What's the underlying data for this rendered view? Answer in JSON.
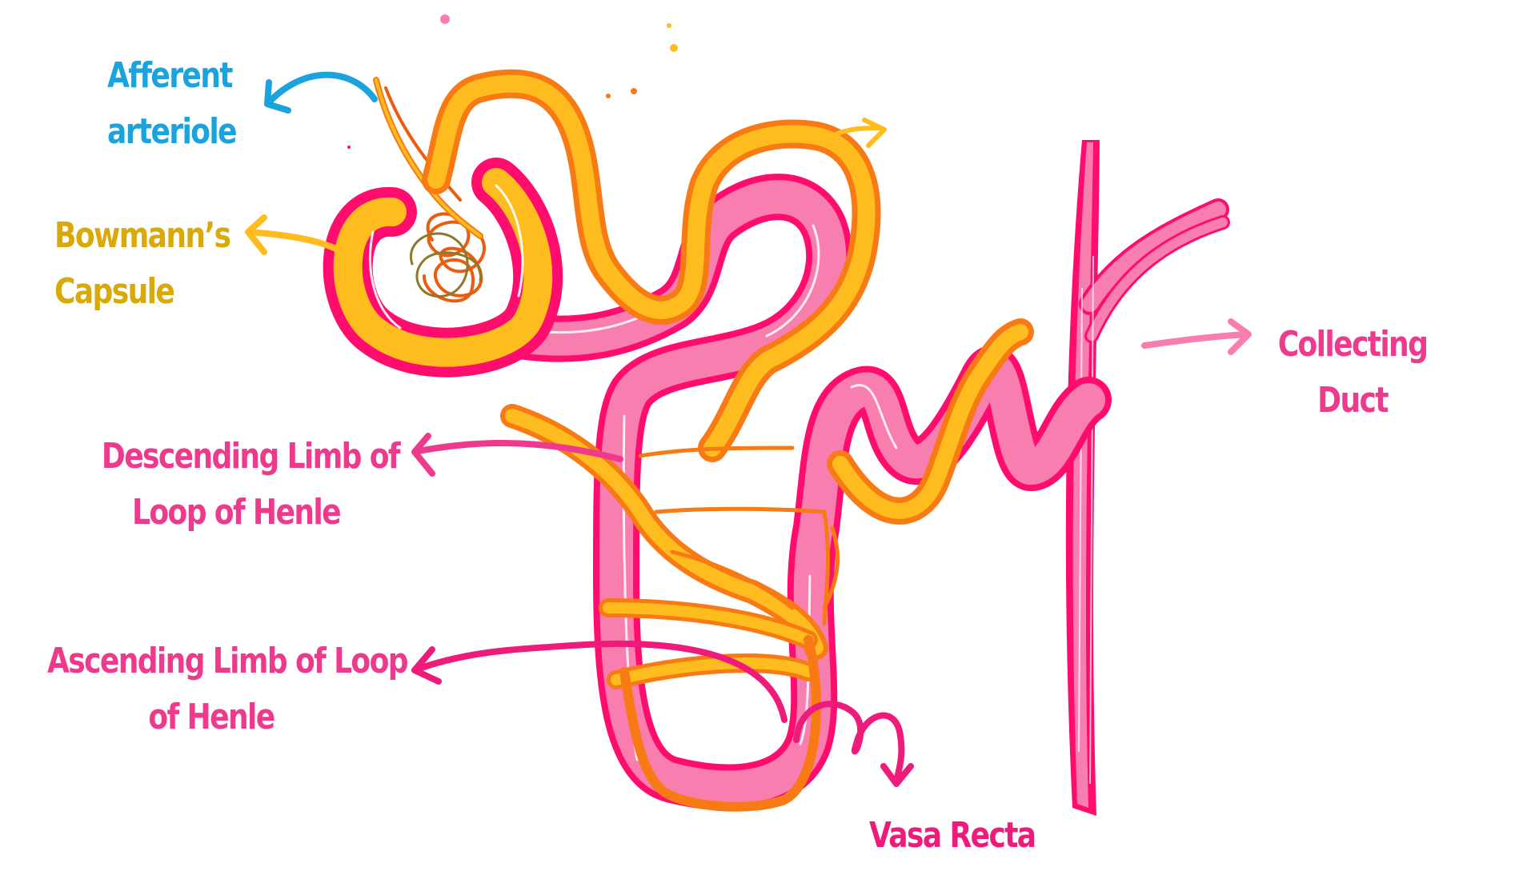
{
  "colors": {
    "afferent_label": "#1aa3dc",
    "bowman_label": "#d9a90a",
    "pink_label": "#ee3a8c",
    "vasa_label": "#ee1b7a",
    "tubule_fill": "#f97eb0",
    "tubule_outline": "#ff0d6e",
    "vessel_fill": "#ffbc1f",
    "vessel_outline": "#f77a14",
    "capillary": "#ea5d10"
  },
  "labels": {
    "afferent_arteriole": [
      "Afferent",
      "arteriole"
    ],
    "bowmanns_capsule": [
      "Bowmann’s",
      "Capsule"
    ],
    "collecting_duct": [
      "Collecting",
      "Duct"
    ],
    "descending_limb": [
      "Descending Limb of",
      "Loop of Henle"
    ],
    "ascending_limb": [
      "Ascending Limb of Loop",
      "of Henle"
    ],
    "vasa_recta": "Vasa Recta"
  }
}
